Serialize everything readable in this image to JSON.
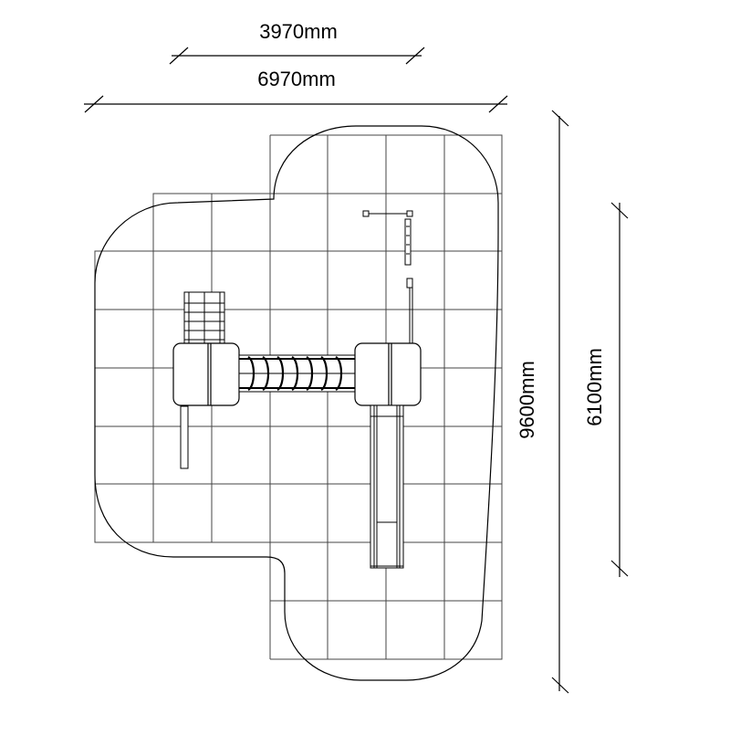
{
  "dimensions": {
    "top_inner": "3970mm",
    "top_outer": "6970mm",
    "right_total": "9600mm",
    "right_inner": "6100mm"
  },
  "colors": {
    "line": "#000000",
    "grid": "#444444",
    "background": "#ffffff"
  }
}
